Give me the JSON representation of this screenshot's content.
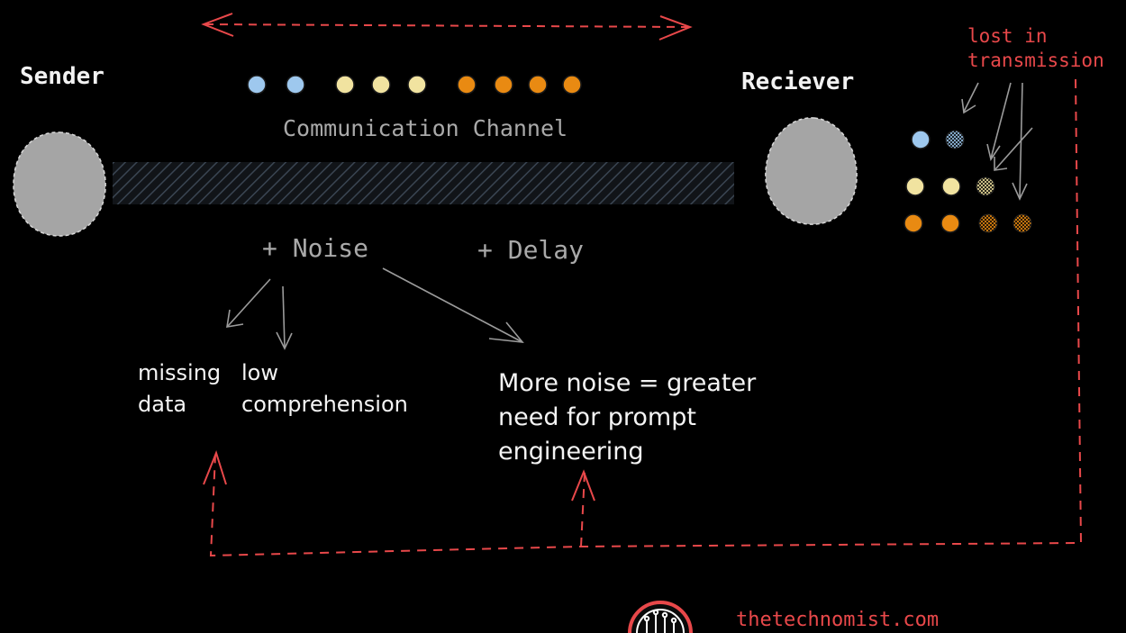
{
  "labels": {
    "sender": "Sender",
    "receiver": "Reciever",
    "channel": "Communication Channel",
    "noise": "+ Noise",
    "delay": "+ Delay",
    "lost": "lost in\ntransmission",
    "missing": "missing\ndata",
    "low_comprehension": "low\ncomprehension",
    "more_noise": "More noise = greater\nneed for prompt\nengineering",
    "brand": "thetechnomist.com"
  },
  "colors": {
    "blue": "#9ec8ee",
    "yellow": "#f1e3a0",
    "orange": "#e98a12",
    "red": "#e8484a",
    "gray": "#a6a6a6",
    "channel": "#2a313b"
  },
  "message_dots": {
    "sent": [
      "blue",
      "blue",
      "yellow",
      "yellow",
      "yellow",
      "orange",
      "orange",
      "orange",
      "orange"
    ],
    "received": [
      [
        "blue",
        "lost-blue"
      ],
      [
        "yellow",
        "yellow",
        "lost-yellow"
      ],
      [
        "orange",
        "orange",
        "lost-orange",
        "lost-orange"
      ]
    ]
  },
  "logo": {
    "icon": "circuit-brain-logo-icon"
  }
}
